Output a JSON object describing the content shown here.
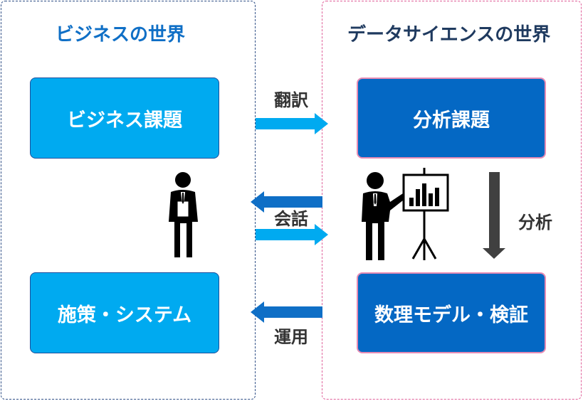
{
  "worlds": {
    "business": {
      "title": "ビジネスの世界",
      "boxes": {
        "issue": "ビジネス課題",
        "measures": "施策・システム"
      }
    },
    "data_science": {
      "title": "データサイエンスの世界",
      "boxes": {
        "issue": "分析課題",
        "model": "数理モデル・検証"
      }
    }
  },
  "flows": {
    "translate": "翻訳",
    "conversation": "会話",
    "operation": "運用",
    "analysis": "分析"
  },
  "icons": [
    "businessman-icon",
    "presenter-with-chart-icon"
  ],
  "colors": {
    "light_box": "#00aaf0",
    "dark_box": "#0468c4",
    "arrow_light": "#00aaf0",
    "arrow_dark": "#0f6fc6",
    "analysis_arrow": "#404040",
    "left_border": "#2f4f86",
    "right_border": "#e0609a"
  }
}
